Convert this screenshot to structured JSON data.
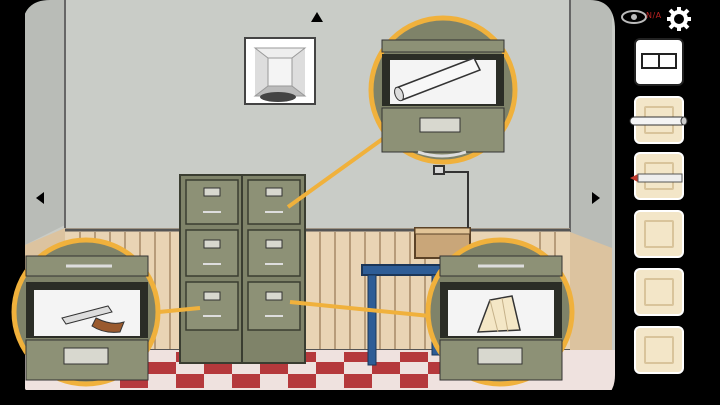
{
  "hud": {
    "view_toggle_text": "N/A"
  },
  "inventory": {
    "slots": [
      {
        "item": "paper-clue-icon",
        "selected": true
      },
      {
        "item": "rolled-paper-icon"
      },
      {
        "item": "red-pencil-icon"
      },
      {
        "item": ""
      },
      {
        "item": ""
      },
      {
        "item": ""
      }
    ]
  },
  "scene": {
    "zoom_callouts": [
      {
        "name": "top-drawer-callout",
        "item": "rolled-paper-icon"
      },
      {
        "name": "left-drawer-callout",
        "item": "hand-saw-icon"
      },
      {
        "name": "right-drawer-callout",
        "item": "cloth-icon"
      }
    ],
    "colors": {
      "wall": "#c8cbc6",
      "cabinet": "#7c8068",
      "callout_border": "#f0b13c",
      "table": "#2e5d96",
      "floor_light": "#f0e4e1",
      "floor_dark": "#b23a3d"
    }
  }
}
